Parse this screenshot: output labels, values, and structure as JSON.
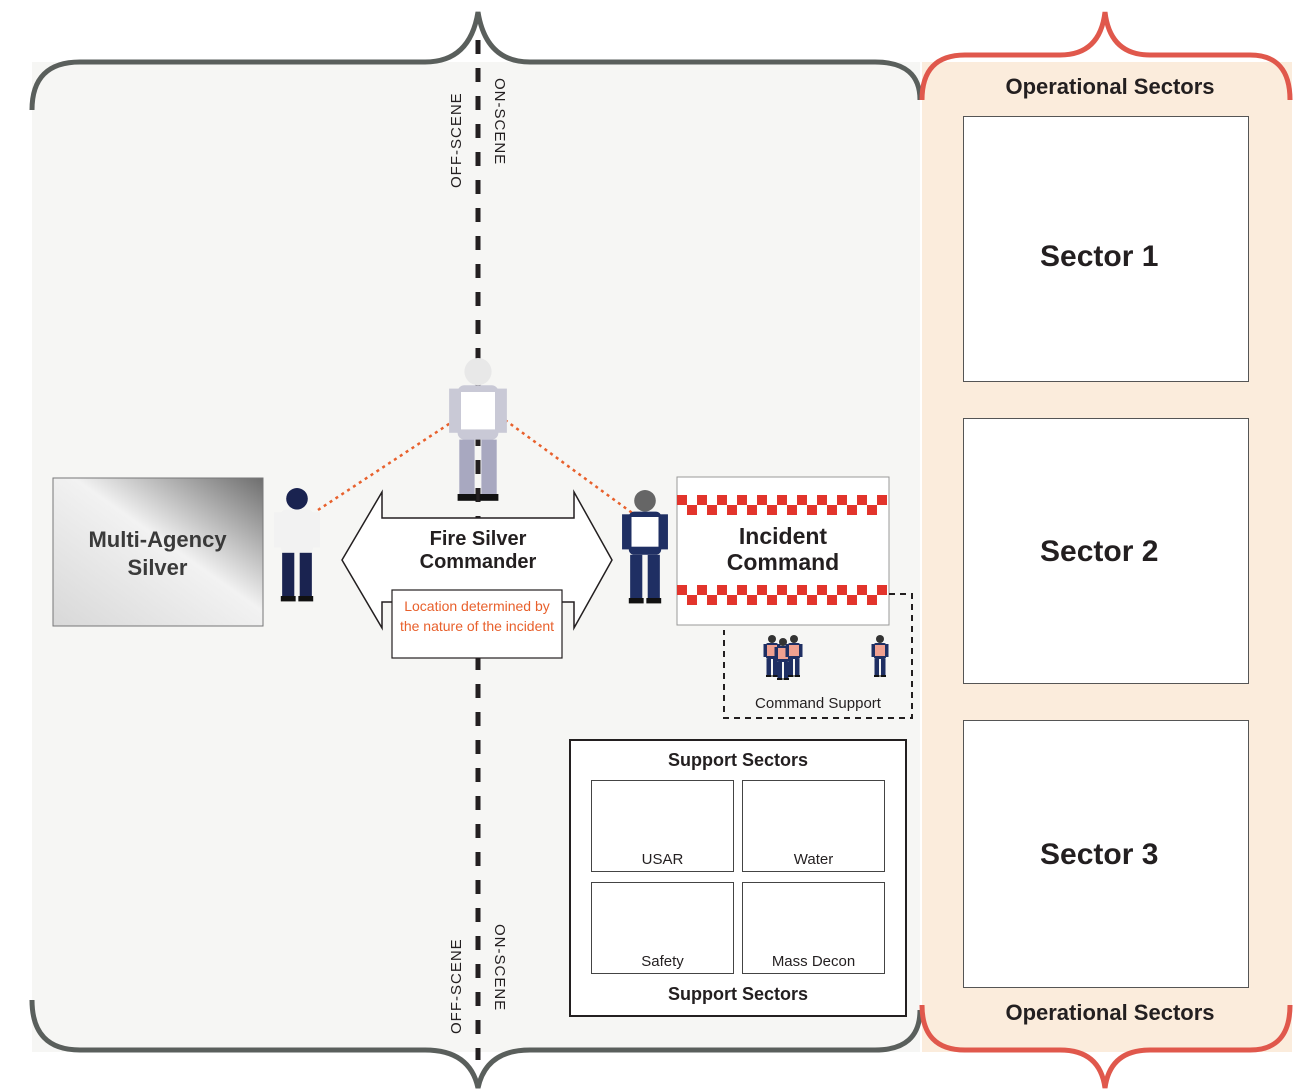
{
  "scene_labels": {
    "off_scene": "OFF-SCENE",
    "on_scene": "ON-SCENE"
  },
  "left": {
    "multi_agency_silver": "Multi-Agency Silver"
  },
  "centre": {
    "fire_silver_commander": "Fire Silver Commander",
    "location_note": "Location determined by the nature of the incident"
  },
  "incident_command": {
    "title": "Incident Command",
    "command_support": "Command Support"
  },
  "support_sectors": {
    "title_top": "Support Sectors",
    "title_bottom": "Support Sectors",
    "usar": "USAR",
    "water": "Water",
    "safety": "Safety",
    "mass_decon": "Mass Decon"
  },
  "operational": {
    "title_top": "Operational Sectors",
    "title_bottom": "Operational Sectors",
    "sector1": "Sector 1",
    "sector2": "Sector 2",
    "sector3": "Sector 3"
  },
  "colors": {
    "bracket_grey": "#5a5f5c",
    "bracket_red": "#e0584c",
    "panel_fill": "#f7f7f5",
    "operational_fill": "#fbecdc",
    "checker_red": "#e2342c",
    "dotted_orange": "#e8602c",
    "firefighter_navy": "#1f2f63",
    "helmet_yellow": "#f4c21a",
    "usar_orange": "#f28c28",
    "decon_green": "#c6e24a"
  }
}
